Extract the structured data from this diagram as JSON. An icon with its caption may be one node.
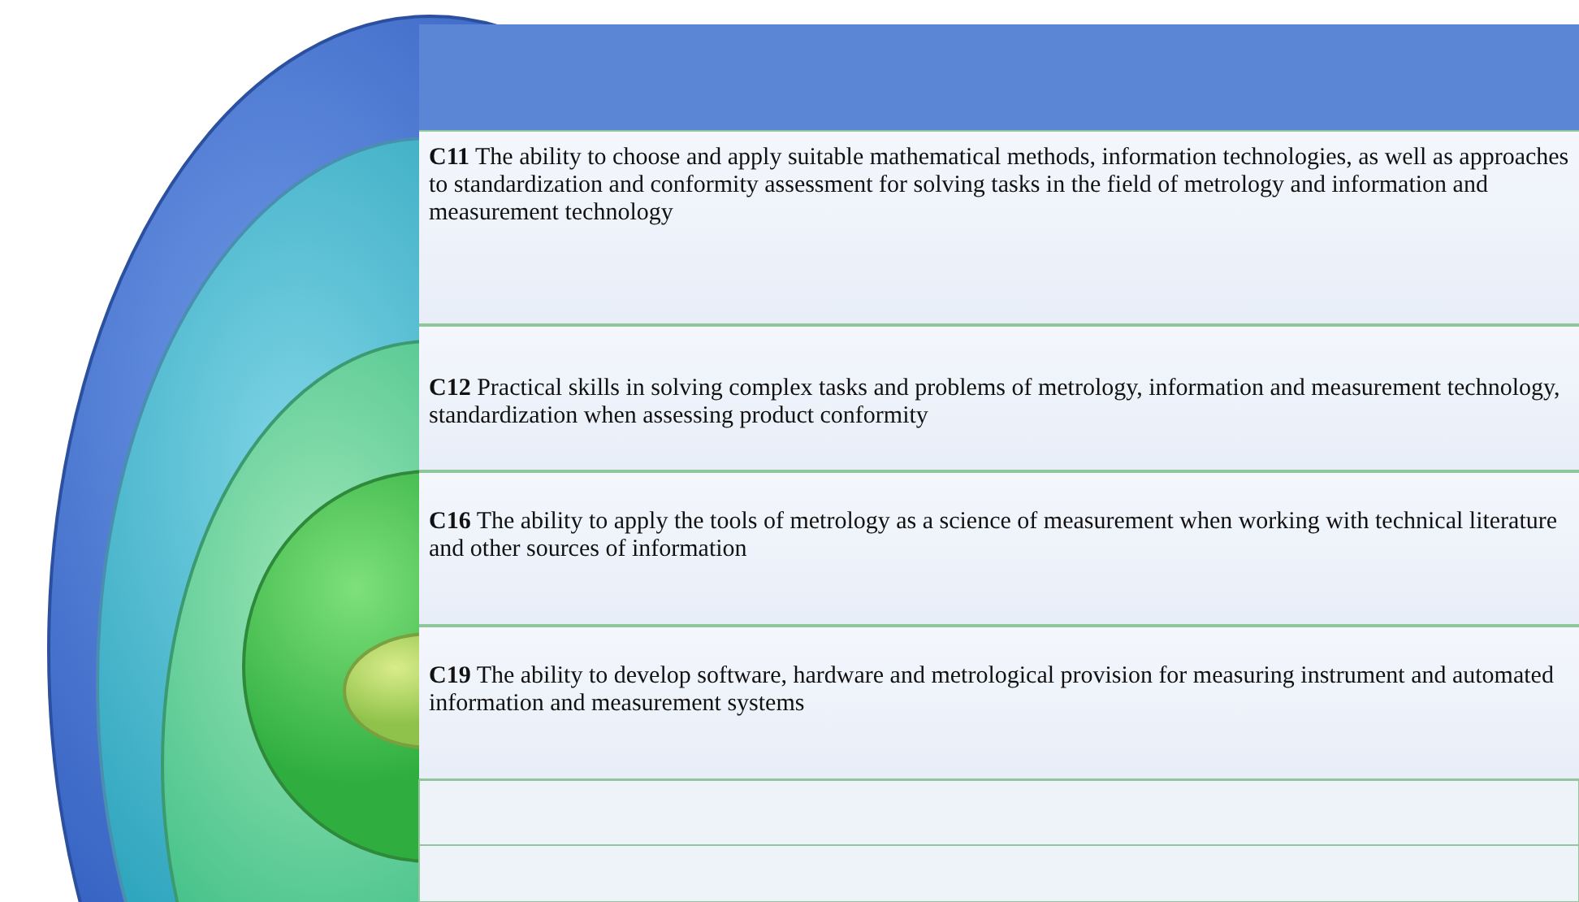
{
  "diagram": {
    "nodes": [
      {
        "text": [
          "**C11** The ability to choose and apply suitable mathematical methods, information technologies, as well as approaches to standardization and conformity assessment for solving tasks in the field of metrology and information and measurement technology"
        ]
      },
      {
        "text": [
          "**C12** Practical skills in solving complex tasks and problems of metrology, information and measurement technology, standardization when assessing product conformity"
        ]
      },
      {
        "text": [
          "**C16** The ability to apply the tools of metrology as a science of measurement when working with technical literature and other sources of information"
        ]
      },
      {
        "text": [
          "**C19** The ability to develop software, hardware and metrological provision for measuring instrument and automated information and measurement systems"
        ]
      }
    ]
  }
}
